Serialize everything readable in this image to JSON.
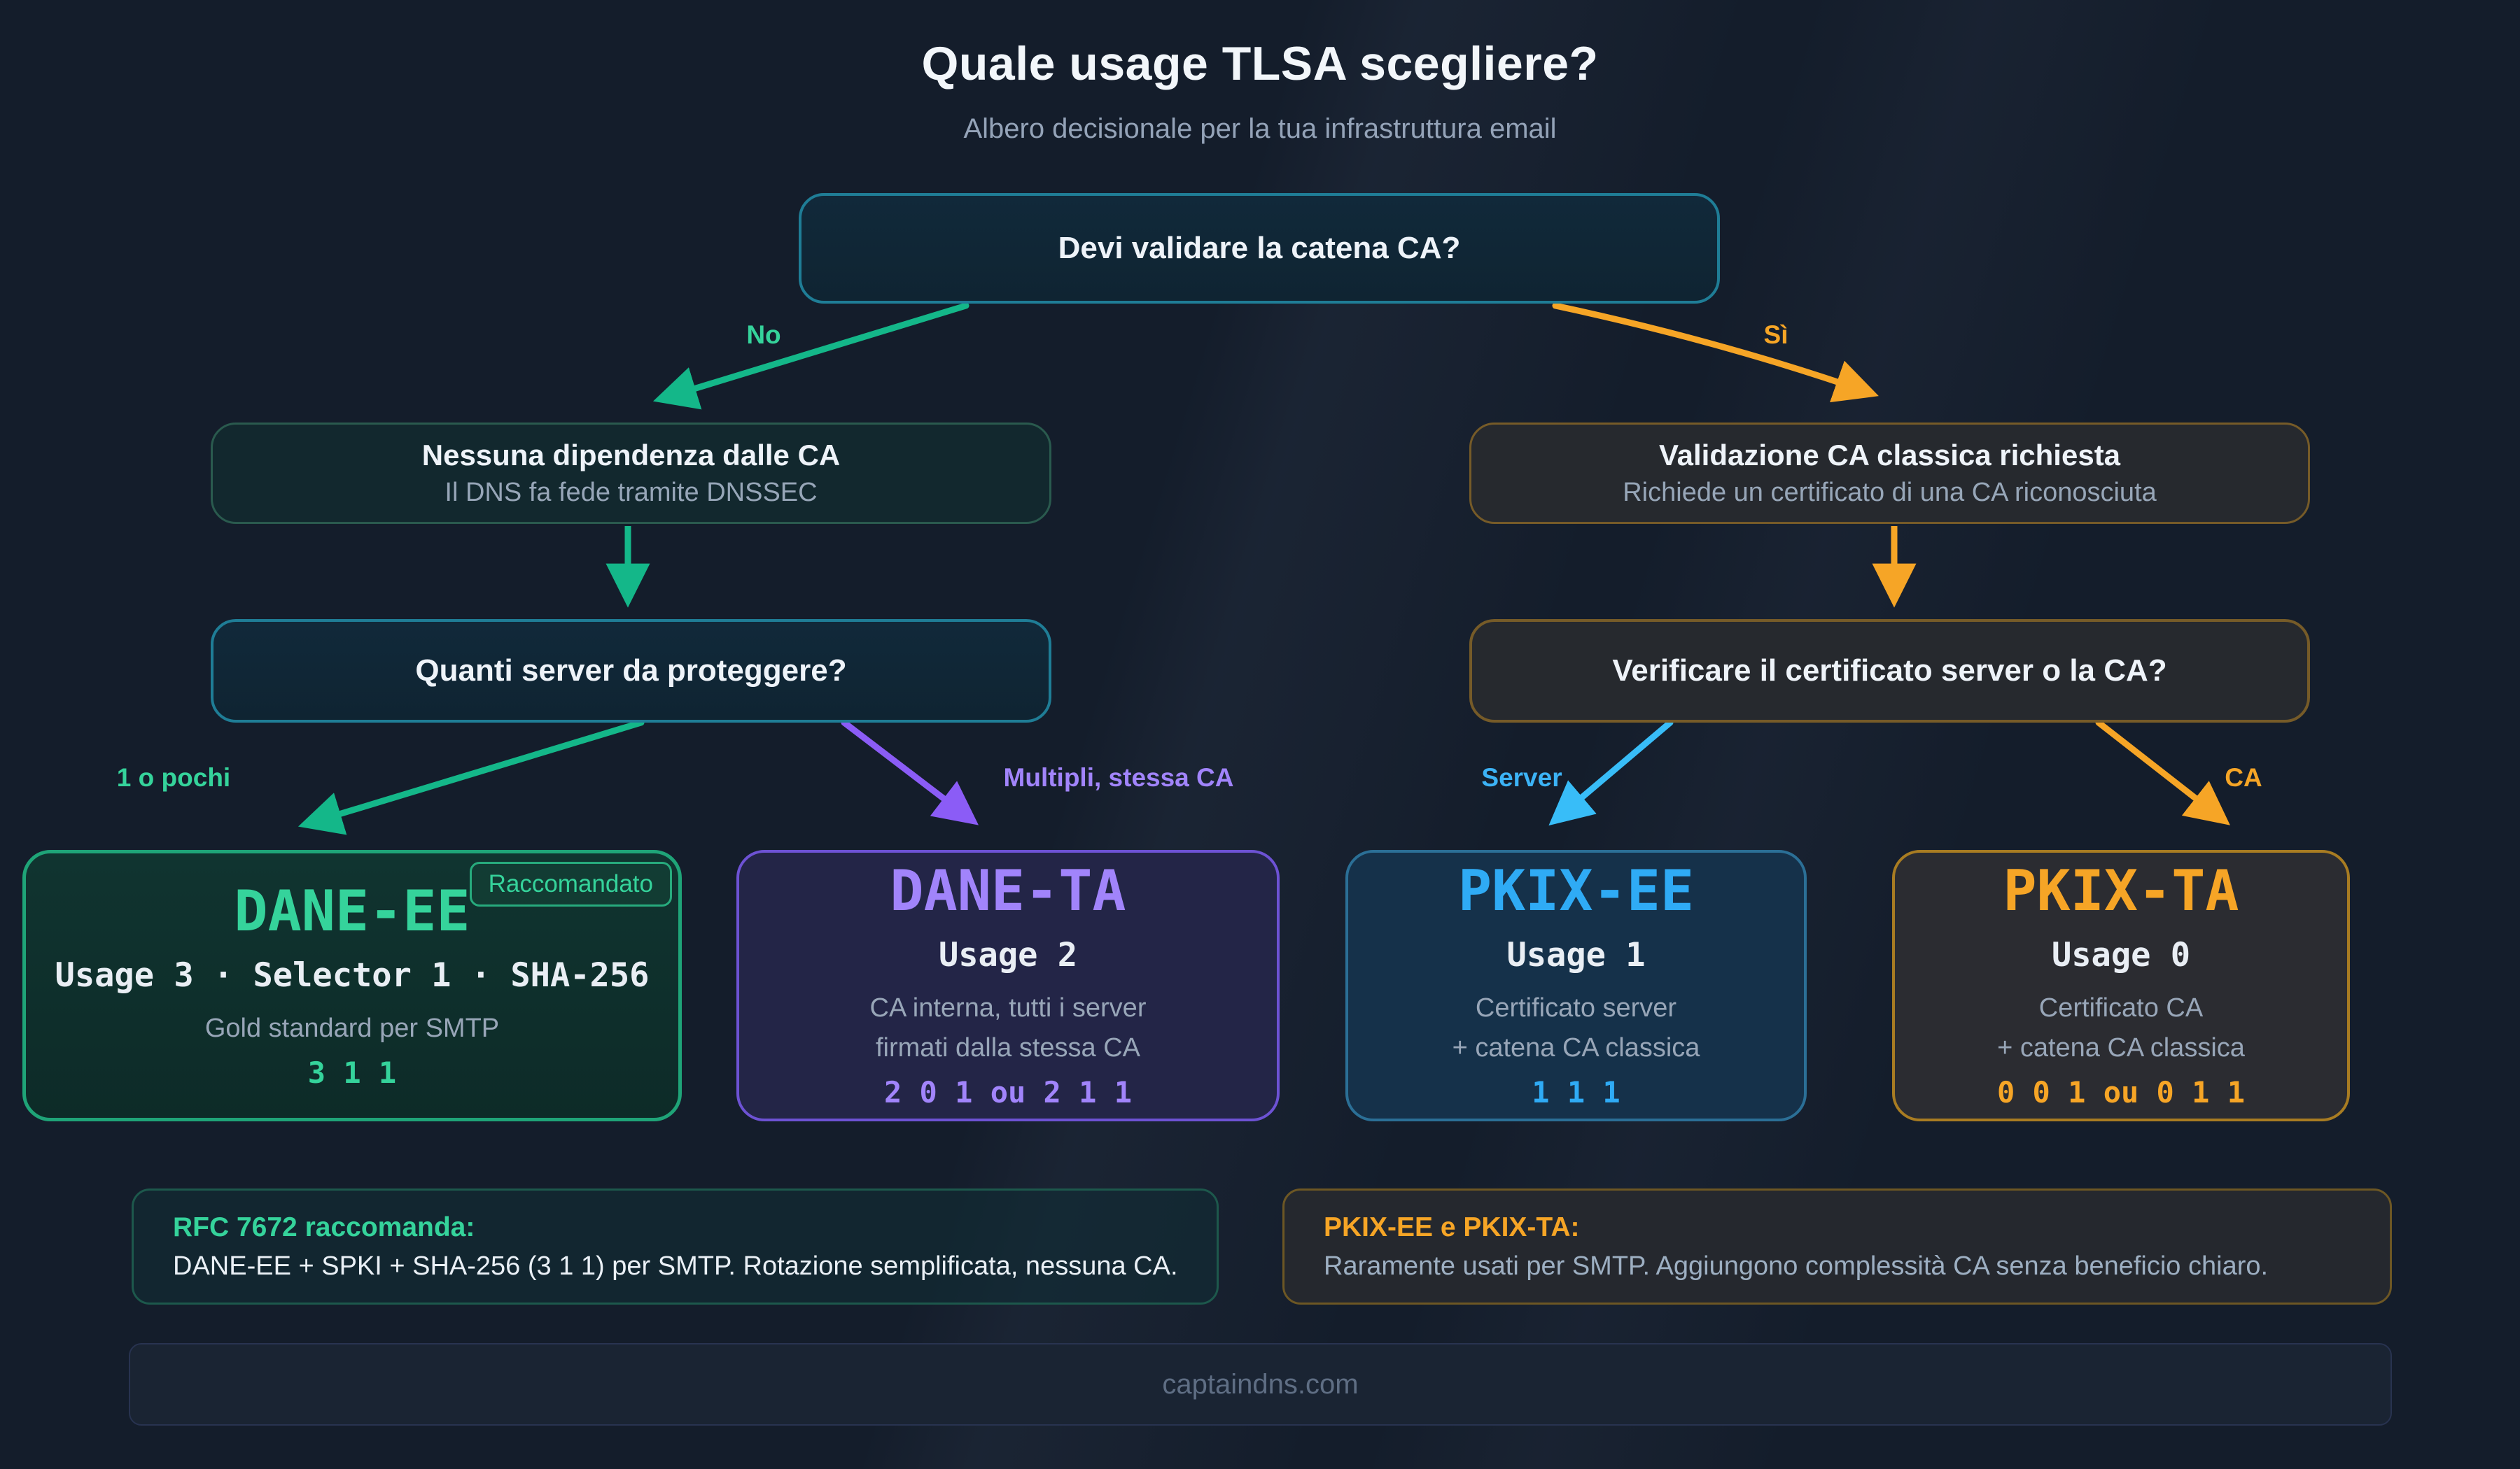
{
  "page": {
    "title": "Quale usage TLSA scegliere?",
    "subtitle": "Albero decisionale per la tua infrastruttura email",
    "footer": "captaindns.com"
  },
  "colors": {
    "background": "#141d2b",
    "teal_border": "#1f7d96",
    "green": "#14b789",
    "orange": "#f6a526",
    "purple": "#8b5cf6",
    "blue": "#38bdf8"
  },
  "tree": {
    "root_question": "Devi validare la catena CA?",
    "labels": {
      "no": "No",
      "si": "Sì",
      "one_or_few": "1 o pochi",
      "multiple_same_ca": "Multipli, stessa CA",
      "server": "Server",
      "ca": "CA"
    },
    "no_branch": {
      "info_title": "Nessuna dipendenza dalle CA",
      "info_subtitle": "Il DNS fa fede tramite DNSSEC",
      "question": "Quanti server da proteggere?"
    },
    "si_branch": {
      "info_title": "Validazione CA classica richiesta",
      "info_subtitle": "Richiede un certificato di una CA riconosciuta",
      "question": "Verificare il certificato server o la CA?"
    }
  },
  "cards": {
    "dane_ee": {
      "badge": "Raccomandato",
      "title": "DANE-EE",
      "usage": "Usage 3 · Selector 1 · SHA-256",
      "desc1": "Gold standard per SMTP",
      "code": "3 1 1"
    },
    "dane_ta": {
      "title": "DANE-TA",
      "usage": "Usage 2",
      "desc1": "CA interna, tutti i server",
      "desc2": "firmati dalla stessa CA",
      "code": "2 0 1 ou 2 1 1"
    },
    "pkix_ee": {
      "title": "PKIX-EE",
      "usage": "Usage 1",
      "desc1": "Certificato server",
      "desc2": "+ catena CA classica",
      "code": "1 1 1"
    },
    "pkix_ta": {
      "title": "PKIX-TA",
      "usage": "Usage 0",
      "desc1": "Certificato CA",
      "desc2": "+ catena CA classica",
      "code": "0 0 1 ou 0 1 1"
    }
  },
  "notes": {
    "rfc": {
      "heading": "RFC 7672 raccomanda:",
      "body": "DANE-EE + SPKI + SHA-256 (3 1 1) per SMTP. Rotazione semplificata, nessuna CA."
    },
    "pkix": {
      "heading": "PKIX-EE e PKIX-TA:",
      "body": "Raramente usati per SMTP. Aggiungono complessità CA senza beneficio chiaro."
    }
  }
}
